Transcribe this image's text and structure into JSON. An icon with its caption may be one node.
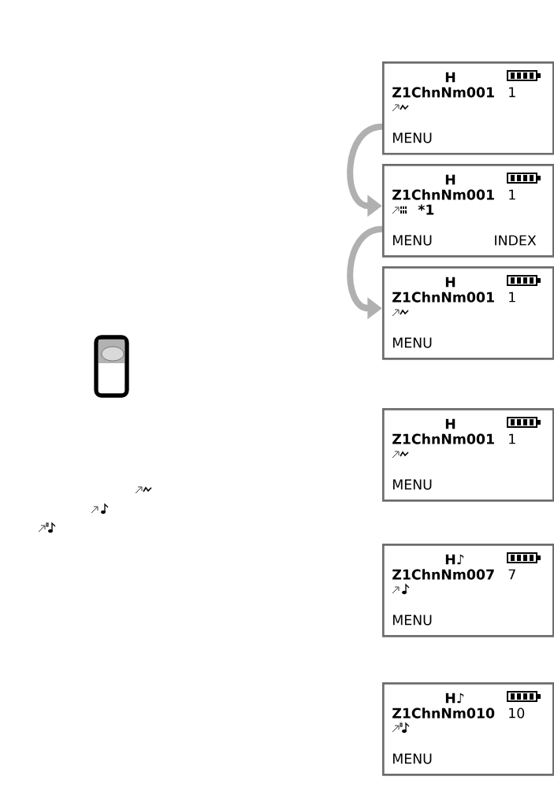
{
  "diagram": {
    "nodes": [
      {
        "text": [
          "H",
          "Z1ChnNm001",
          "1",
          "MENU"
        ]
      },
      {
        "text": [
          "H",
          "Z1ChnNm001",
          "1",
          "*1",
          "MENU",
          "INDEX"
        ]
      },
      {
        "text": [
          "H",
          "Z1ChnNm001",
          "1",
          "MENU"
        ]
      },
      {
        "text": [
          "H",
          "Z1ChnNm001",
          "1",
          "MENU"
        ]
      },
      {
        "text": [
          "H♪",
          "Z1ChnNm007",
          "7",
          "MENU"
        ]
      },
      {
        "text": [
          "H♪",
          "Z1ChnNm010",
          "10",
          "MENU"
        ]
      }
    ],
    "edges": [
      {
        "from": 0,
        "to": 1,
        "arrow": "to"
      },
      {
        "from": 1,
        "to": 2,
        "arrow": "to"
      }
    ]
  }
}
